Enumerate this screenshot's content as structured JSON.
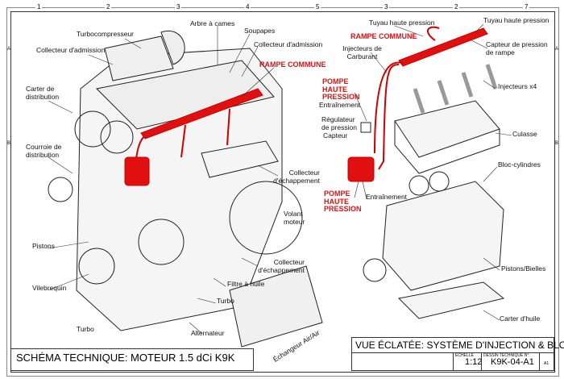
{
  "grid": {
    "columns": [
      "1",
      "2",
      "3",
      "4",
      "5",
      "3",
      "2",
      "7"
    ],
    "rows_left": [
      "A",
      "B"
    ],
    "rows_right": [
      "A",
      "B"
    ]
  },
  "left_view": {
    "labels": {
      "turbocompresseur": "Turbocompresseur",
      "collecteur_admission_1": "Collecteur d'admission",
      "arbre_a_cames": "Arbre à cames",
      "soupapes": "Soupapes",
      "collecteur_admission_2": "Collecteur d'admission",
      "rampe_commune": "RAMPE COMMUNE",
      "carter_distribution": "Carter de distribution",
      "courroie_distribution": "Courroie de distribution",
      "collecteur_echappement_1": "Collecteur d'échappement",
      "volant_moteur": "Volant moteur",
      "pistons": "Pistons",
      "collecteur_echappement_2": "Collecteur d'échappement",
      "filtre_huile": "Filtre à huile",
      "vilebrequin": "Vilebrequin",
      "turbo_1": "Turbo",
      "turbo_2": "Turbo",
      "alternateur": "Alternateur",
      "echangeur": "Échangeur Air/Air"
    },
    "title": "SCHÉMA TECHNIQUE: MOTEUR 1.5 dCi K9K"
  },
  "right_view": {
    "labels": {
      "tuyau_hp_1": "Tuyau haute pression",
      "tuyau_hp_2": "Tuyau haute pression",
      "rampe_commune": "RAMPE COMMUNE",
      "injecteurs_carburant": "Injecteurs de Carburant",
      "capteur_pression_rampe": "Capteur de pression de rampe",
      "pompe_hp_1": "POMPE HAUTE PRESSION",
      "injecteurs_x4": "Injecteurs x4",
      "entrainement_1": "Entraînement",
      "regulateur": "Régulateur de pression",
      "capteur": "Capteur",
      "culasse": "Culasse",
      "bloc_cylindres": "Bloc-cylindres",
      "pompe_hp_2": "POMPE HAUTE PRESSION",
      "entrainement_2": "Entraînement",
      "pistons_bielles": "Pistons/Bielles",
      "carter_huile": "Carter d'huile"
    },
    "title": "VUE ÉCLATÉE: SYSTÈME D'INJECTION & BLOC"
  },
  "title_block": {
    "scale_label": "ECHELLE",
    "scale": "1:12",
    "drawing_label": "DESSIN TECHNIQUE N°:",
    "drawing_number": "K9K-04-A1",
    "sheet": "A1"
  },
  "colors": {
    "highlight": "#e01010",
    "line": "#222222"
  }
}
